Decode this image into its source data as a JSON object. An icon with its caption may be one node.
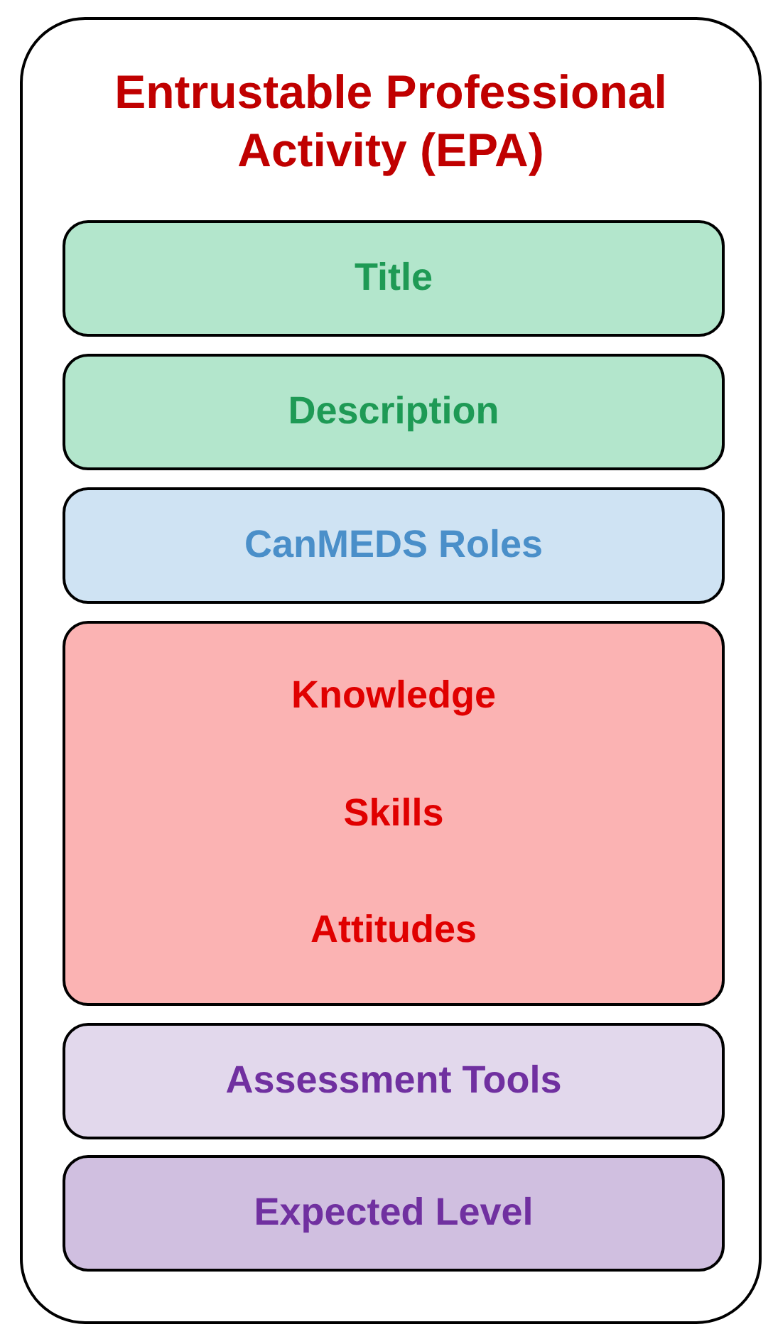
{
  "diagram": {
    "nodes": [
      {
        "text": [
          "Entrustable Professional Activity (EPA)"
        ]
      },
      {
        "text": [
          "Title"
        ],
        "in": 0
      },
      {
        "text": [
          "Description"
        ],
        "in": 0
      },
      {
        "text": [
          "CanMEDS Roles"
        ],
        "in": 0
      },
      {
        "text": [
          "Knowledge",
          "Skills",
          "Attitudes"
        ],
        "in": 0
      },
      {
        "text": [
          "Assessment Tools"
        ],
        "in": 0
      },
      {
        "text": [
          "Expected Level"
        ],
        "in": 0
      }
    ]
  }
}
